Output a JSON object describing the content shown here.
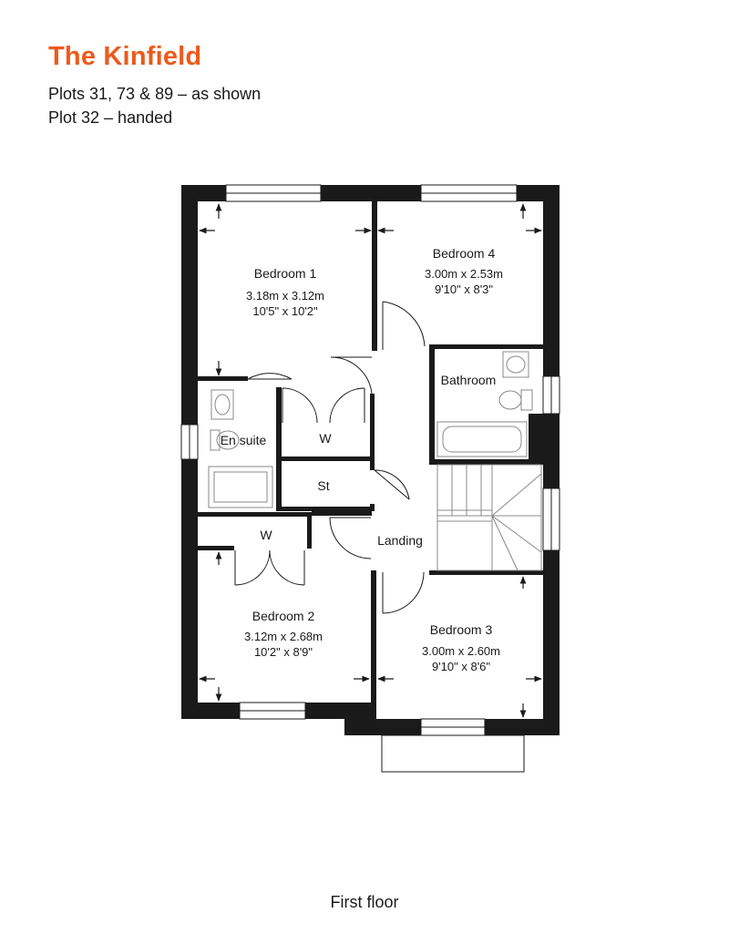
{
  "header": {
    "title": "The Kinfield",
    "plots_line": "Plots 31, 73 & 89 – as shown",
    "handed_line": "Plot  32 – handed"
  },
  "rooms": {
    "bedroom1": {
      "name": "Bedroom 1",
      "metric": "3.18m x 3.12m",
      "imperial": "10'5\" x 10'2\""
    },
    "bedroom4": {
      "name": "Bedroom 4",
      "metric": "3.00m x 2.53m",
      "imperial": "9'10\" x 8'3\""
    },
    "bathroom": {
      "name": "Bathroom"
    },
    "ensuite": {
      "name": "En suite"
    },
    "wardrobe_upper": {
      "name": "W"
    },
    "store": {
      "name": "St"
    },
    "wardrobe_lower": {
      "name": "W"
    },
    "landing": {
      "name": "Landing"
    },
    "bedroom2": {
      "name": "Bedroom 2",
      "metric": "3.12m x 2.68m",
      "imperial": "10'2\" x 8'9\""
    },
    "bedroom3": {
      "name": "Bedroom 3",
      "metric": "3.00m x 2.60m",
      "imperial": "9'10\" x 8'6\""
    }
  },
  "footer": {
    "caption": "First floor"
  },
  "colors": {
    "brand": "#ec5a1c",
    "wall": "#1a1a1a",
    "fixture": "#888888"
  }
}
